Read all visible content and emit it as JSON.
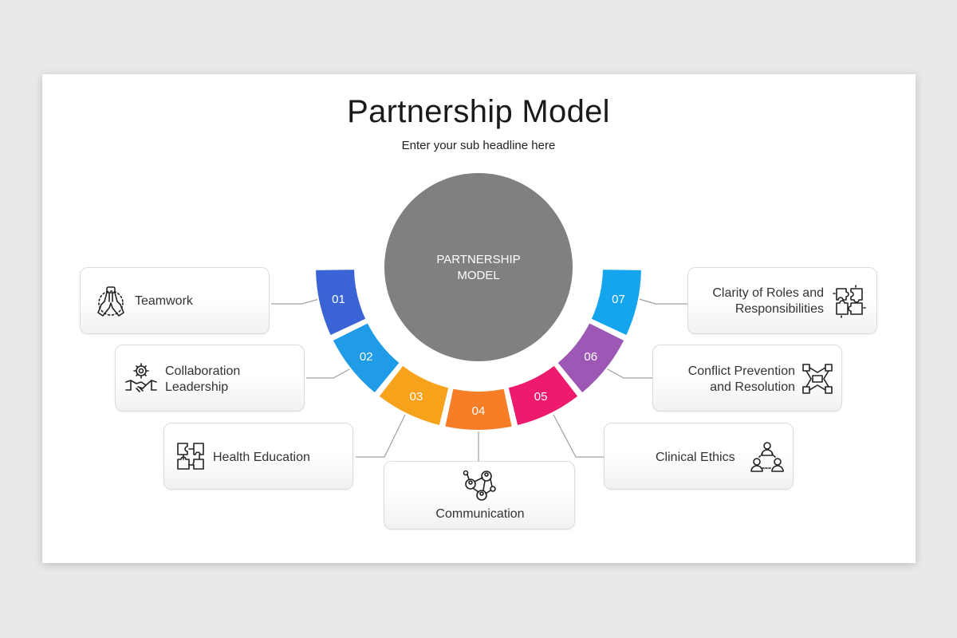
{
  "title": "Partnership Model",
  "subtitle": "Enter your sub headline here",
  "center": {
    "label": "PARTNERSHIP\nMODEL",
    "color": "#808080"
  },
  "segments": [
    {
      "num": "01",
      "color": "#3a63d6"
    },
    {
      "num": "02",
      "color": "#1f9be8"
    },
    {
      "num": "03",
      "color": "#f7a21b"
    },
    {
      "num": "04",
      "color": "#f77d27"
    },
    {
      "num": "05",
      "color": "#ed1a6d"
    },
    {
      "num": "06",
      "color": "#9c58b4"
    },
    {
      "num": "07",
      "color": "#15a5ef"
    }
  ],
  "items": [
    {
      "label": "Teamwork",
      "icon": "hands-together-icon"
    },
    {
      "label": "Collaboration\nLeadership",
      "icon": "handshake-gear-icon"
    },
    {
      "label": "Health Education",
      "icon": "puzzle-hands-icon"
    },
    {
      "label": "Communication",
      "icon": "network-people-icon"
    },
    {
      "label": "Clinical Ethics",
      "icon": "people-triangle-icon"
    },
    {
      "label": "Conflict Prevention\nand Resolution",
      "icon": "fists-together-icon"
    },
    {
      "label": "Clarity of Roles and\nResponsibilities",
      "icon": "puzzle-pieces-icon"
    }
  ]
}
